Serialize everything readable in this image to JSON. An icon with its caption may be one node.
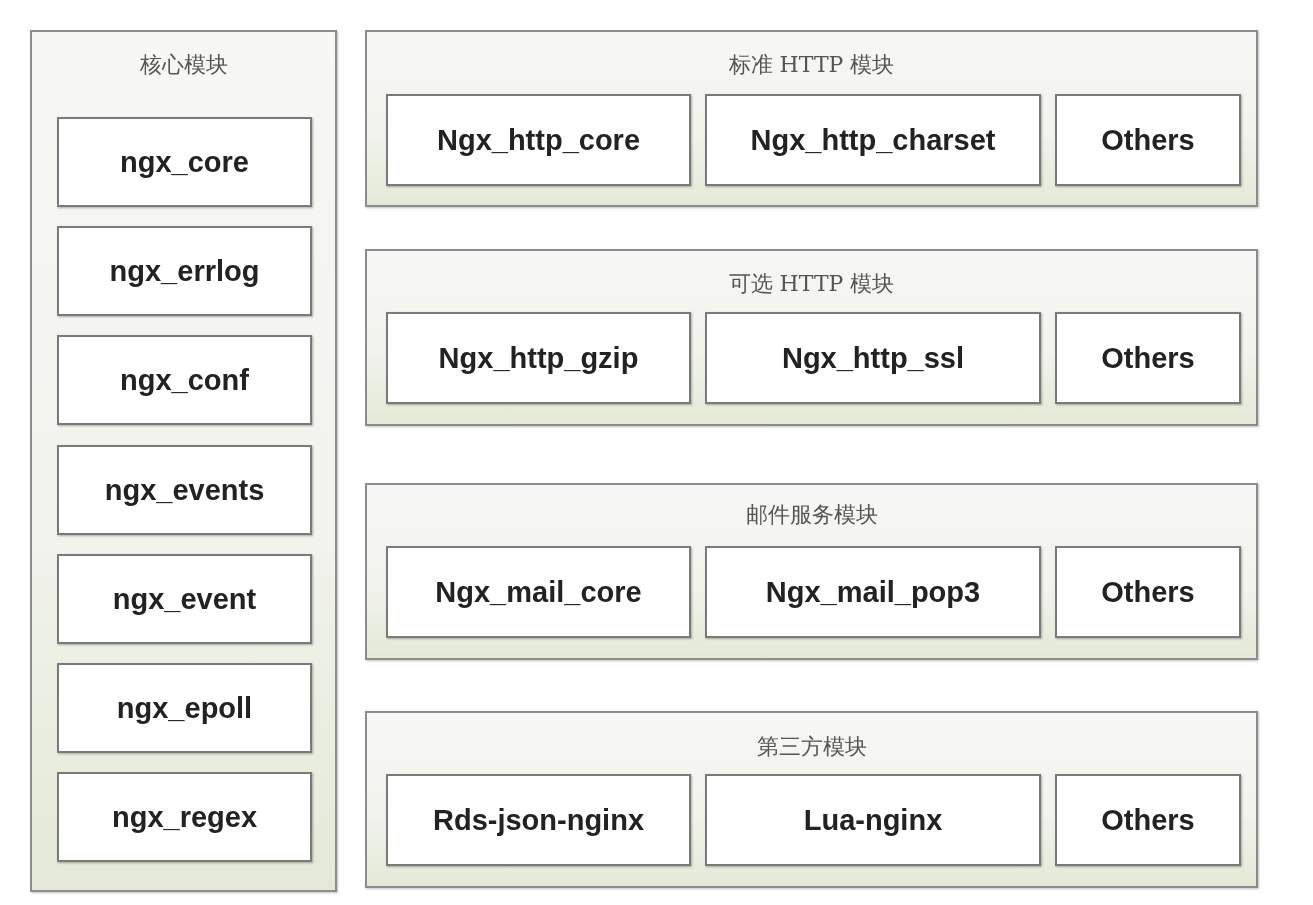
{
  "diagram": {
    "nodes": [
      {
        "text": [
          "核心模块"
        ]
      },
      {
        "text": [
          "ngx_core"
        ],
        "in": 0
      },
      {
        "text": [
          "ngx_errlog"
        ],
        "in": 0
      },
      {
        "text": [
          "ngx_conf"
        ],
        "in": 0
      },
      {
        "text": [
          "ngx_events"
        ],
        "in": 0
      },
      {
        "text": [
          "ngx_event"
        ],
        "in": 0
      },
      {
        "text": [
          "ngx_epoll"
        ],
        "in": 0
      },
      {
        "text": [
          "ngx_regex"
        ],
        "in": 0
      },
      {
        "text": [
          "标准 HTTP 模块"
        ]
      },
      {
        "text": [
          "Ngx_http_core"
        ],
        "in": 8
      },
      {
        "text": [
          "Ngx_http_charset"
        ],
        "in": 8
      },
      {
        "text": [
          "Others"
        ],
        "in": 8
      },
      {
        "text": [
          "可选 HTTP 模块"
        ]
      },
      {
        "text": [
          "Ngx_http_gzip"
        ],
        "in": 12
      },
      {
        "text": [
          "Ngx_http_ssl"
        ],
        "in": 12
      },
      {
        "text": [
          "Others"
        ],
        "in": 12
      },
      {
        "text": [
          "邮件服务模块"
        ]
      },
      {
        "text": [
          "Ngx_mail_core"
        ],
        "in": 16
      },
      {
        "text": [
          "Ngx_mail_pop3"
        ],
        "in": 16
      },
      {
        "text": [
          "Others"
        ],
        "in": 16
      },
      {
        "text": [
          "第三方模块"
        ]
      },
      {
        "text": [
          "Rds-json-nginx"
        ],
        "in": 20
      },
      {
        "text": [
          "Lua-nginx"
        ],
        "in": 20
      },
      {
        "text": [
          "Others"
        ],
        "in": 20
      }
    ]
  }
}
